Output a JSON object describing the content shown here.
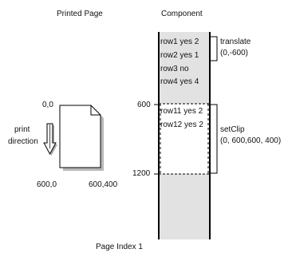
{
  "headings": {
    "printed_page": "Printed Page",
    "component": "Component"
  },
  "printed_page": {
    "top_left_coord": "0,0",
    "bottom_left_coord": "600,0",
    "bottom_right_coord": "600,400",
    "direction_label_line1": "print",
    "direction_label_line2": "direction"
  },
  "component": {
    "rows_before_clip": [
      "row1 yes  2",
      "row2 yes  1",
      "row3 no",
      "row4 yes  4"
    ],
    "rows_in_clip": [
      "row11 yes  2",
      "row12 yes  2"
    ],
    "tick_600": "600",
    "tick_1200": "1200"
  },
  "annotations": {
    "translate_line1": "translate",
    "translate_line2": "(0,-600)",
    "setclip_line1": "setClip",
    "setclip_line2": "(0, 600,600, 400)"
  },
  "caption": "Page Index 1",
  "colors": {
    "component_fill": "#e2e2e2",
    "page_fill": "#ffffff",
    "shadow": "#b8b8b8",
    "line": "#000000"
  }
}
